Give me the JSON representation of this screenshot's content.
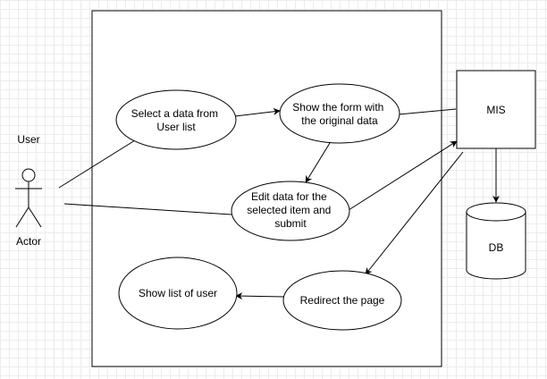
{
  "actor": {
    "title": "User",
    "label": "Actor"
  },
  "usecases": {
    "select_data": [
      "Select a data from",
      "User list"
    ],
    "show_form": [
      "Show the form with",
      "the original data"
    ],
    "edit_data": [
      "Edit data for the",
      "selected item and",
      "submit"
    ],
    "redirect": [
      "Redirect the page"
    ],
    "show_list": [
      "Show list of user"
    ]
  },
  "system": {
    "label": "MIS"
  },
  "database": {
    "label": "DB"
  },
  "colors": {
    "stroke": "#000000",
    "fill": "#ffffff"
  }
}
